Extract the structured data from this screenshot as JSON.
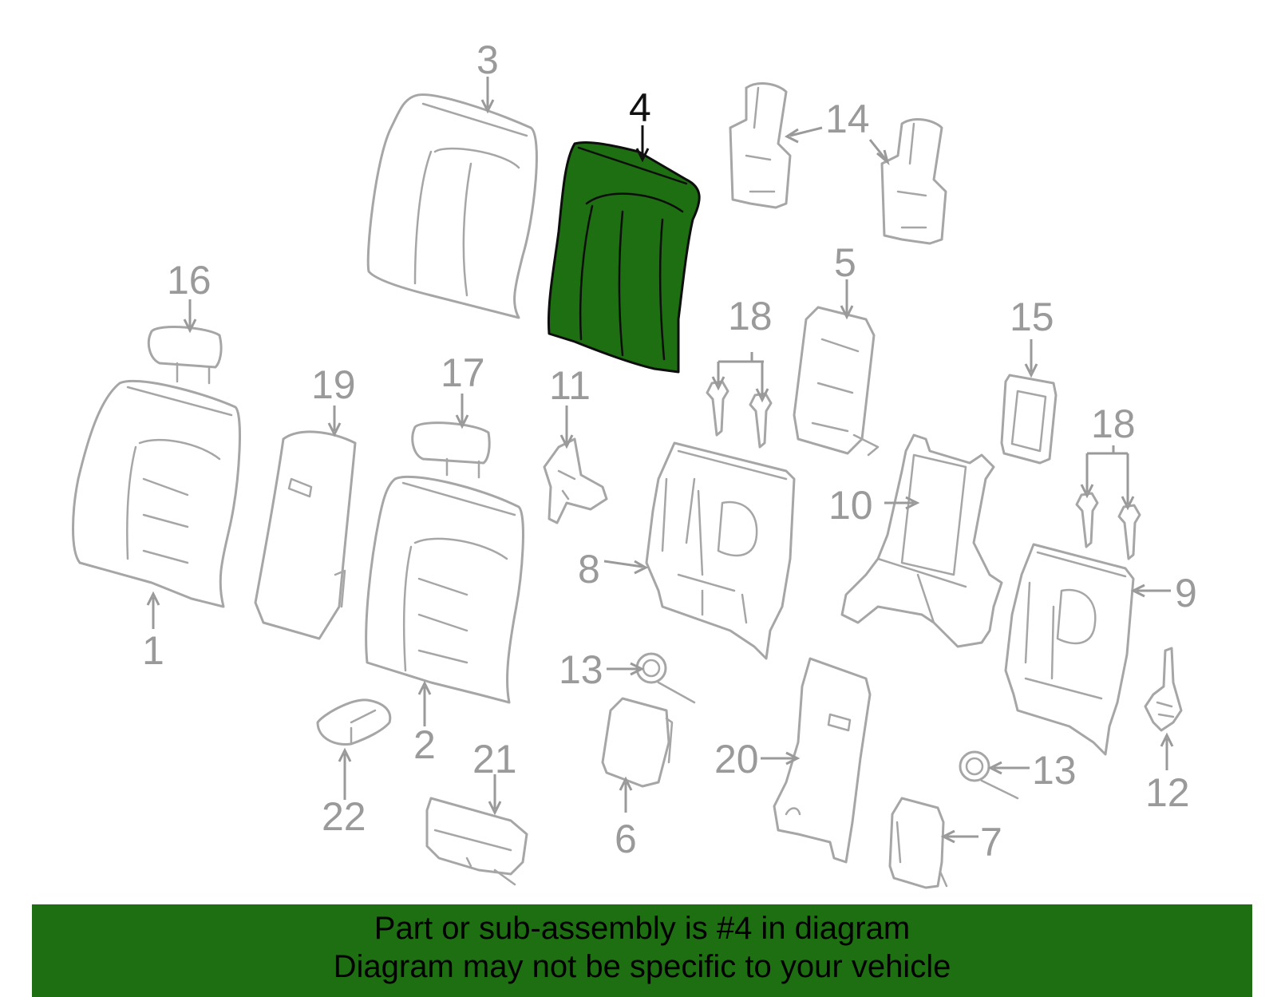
{
  "colors": {
    "highlight": "#1e6e12",
    "part_stroke": "#a6a6a6",
    "label": "#9a9a9a",
    "highlight_label": "#111111"
  },
  "highlighted_part": "4",
  "callouts": {
    "c1": "1",
    "c2": "2",
    "c3": "3",
    "c4": "4",
    "c5": "5",
    "c6": "6",
    "c7": "7",
    "c8": "8",
    "c9": "9",
    "c10": "10",
    "c11": "11",
    "c12": "12",
    "c13a": "13",
    "c13b": "13",
    "c14": "14",
    "c15": "15",
    "c16": "16",
    "c17": "17",
    "c18a": "18",
    "c18b": "18",
    "c19": "19",
    "c20": "20",
    "c21": "21",
    "c22": "22"
  },
  "banner": {
    "line1": "Part or sub-assembly is #4 in diagram",
    "line2": "Diagram may not be specific to your vehicle"
  }
}
